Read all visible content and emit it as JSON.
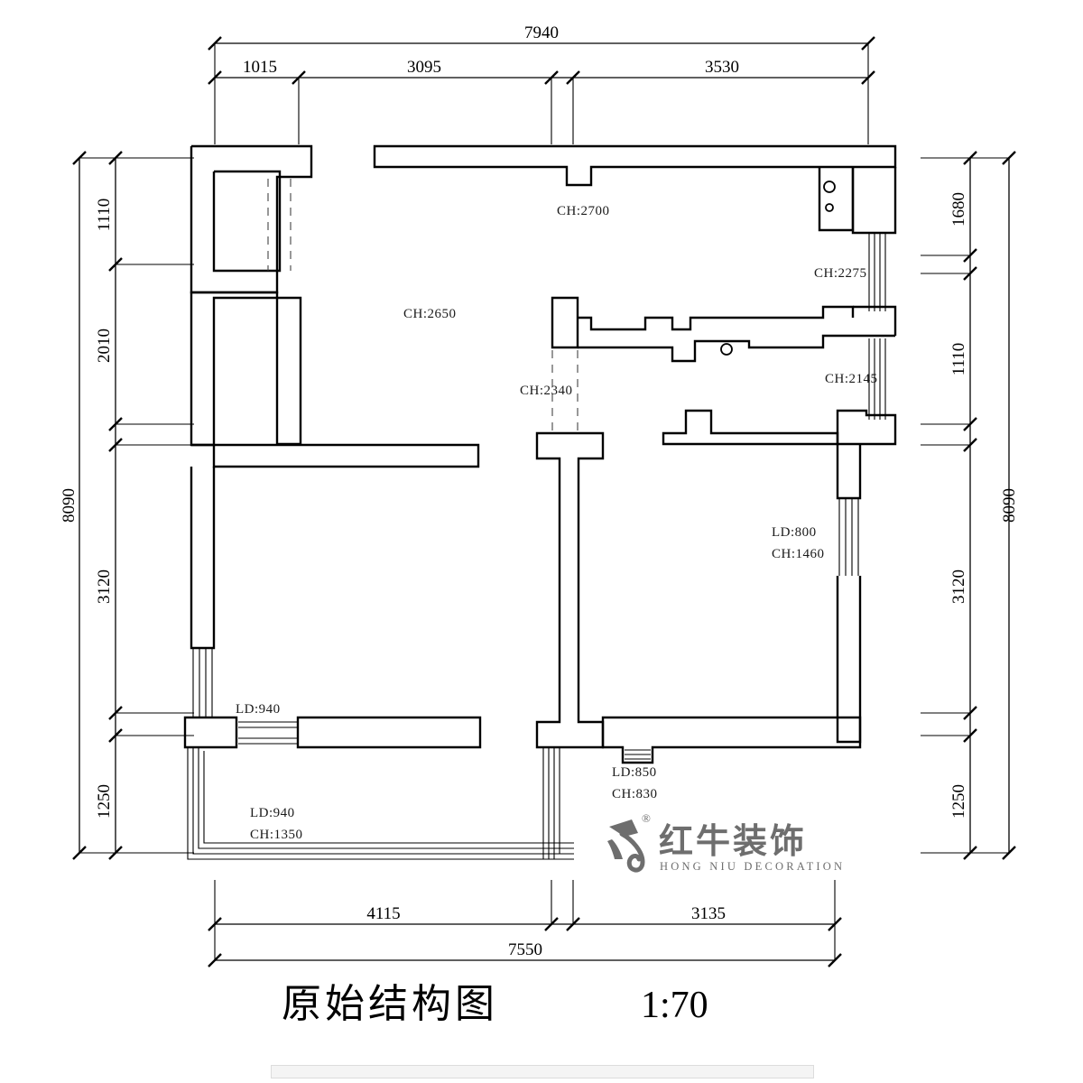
{
  "drawing": {
    "title_cn": "原始结构图",
    "title_en_meaning": "Original Structure Plan",
    "scale": "1:70"
  },
  "logo": {
    "brand_cn": "红牛装饰",
    "brand_en": "HONG NIU DECORATION",
    "registered_mark": "®",
    "color": "#6e6e6e"
  },
  "dimensions": {
    "top": {
      "total": "7940",
      "segments": [
        "1015",
        "3095",
        "3530"
      ]
    },
    "bottom": {
      "total": "7550",
      "segments": [
        "4115",
        "3135"
      ]
    },
    "left": {
      "total": "8090",
      "segments": [
        "1110",
        "2010",
        "3120",
        "1250"
      ]
    },
    "right": {
      "total": "8090",
      "segments": [
        "1680",
        "1110",
        "3120",
        "1250"
      ]
    }
  },
  "annotations": {
    "ceiling_heights": [
      {
        "id": "ch-2700",
        "label": "CH:2700"
      },
      {
        "id": "ch-2650",
        "label": "CH:2650"
      },
      {
        "id": "ch-2340",
        "label": "CH:2340"
      },
      {
        "id": "ch-2275",
        "label": "CH:2275"
      },
      {
        "id": "ch-2145",
        "label": "CH:2145"
      }
    ],
    "openings": [
      {
        "id": "opening-right-window",
        "lintel": "LD:800",
        "height": "CH:1460"
      },
      {
        "id": "opening-bottom-window",
        "lintel": "LD:850",
        "height": "CH:830"
      },
      {
        "id": "opening-left-door",
        "lintel": "LD:940"
      },
      {
        "id": "opening-balcony",
        "lintel": "LD:940",
        "height": "CH:1350"
      }
    ]
  },
  "icons": {
    "pipe_riser": "pipe-riser-circle-icon",
    "tick_mark": "dimension-tick-icon"
  },
  "colors": {
    "wall_stroke": "#000000",
    "background": "#ffffff",
    "logo_gray": "#6e6e6e",
    "dash_gray": "#444444"
  }
}
